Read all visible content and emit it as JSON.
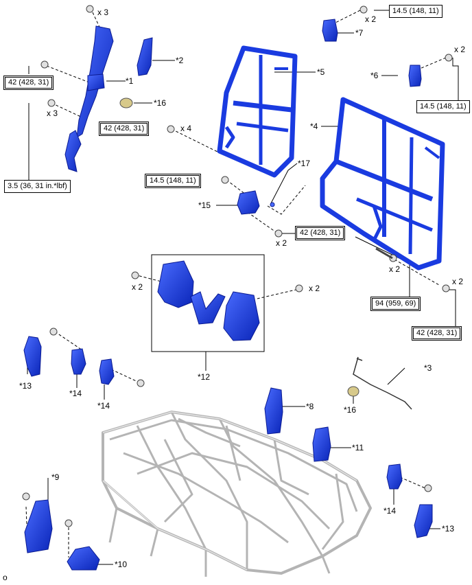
{
  "part_labels": {
    "p1": "*1",
    "p2": "*2",
    "p3": "*3",
    "p4": "*4",
    "p5": "*5",
    "p6": "*6",
    "p7": "*7",
    "p8": "*8",
    "p9": "*9",
    "p10": "*10",
    "p11": "*11",
    "p12": "*12",
    "p13a": "*13",
    "p13b": "*13",
    "p14a": "*14",
    "p14b": "*14",
    "p14c": "*14",
    "p15": "*15",
    "p16a": "*16",
    "p16b": "*16",
    "p17": "*17"
  },
  "quantities": {
    "q_top": "x 3",
    "q_left": "x 3",
    "q_p7": "x 2",
    "q_p6": "x 2",
    "q_p4": "x 4",
    "q_p15": "x 2",
    "q_bolt94": "x 2",
    "q_right42": "x 2",
    "q_p12l": "x 2",
    "q_p12r": "x 2"
  },
  "torques": {
    "t_left42": "42 (428, 31)",
    "t_mid42": "42 (428, 31)",
    "t_left35": "3.5 (36, 31 in.*lbf)",
    "t_mid145": "14.5 (148, 11)",
    "t_15_42": "42 (428, 31)",
    "t_top145": "14.5 (148, 11)",
    "t_right145": "14.5 (148, 11)",
    "t_94": "94 (959, 69)",
    "t_right42": "42 (428, 31)"
  },
  "corner_mark": "o",
  "colors": {
    "part_blue": "#1f3fe0",
    "frame_gray": "#c8c8c8",
    "line": "#000000"
  }
}
